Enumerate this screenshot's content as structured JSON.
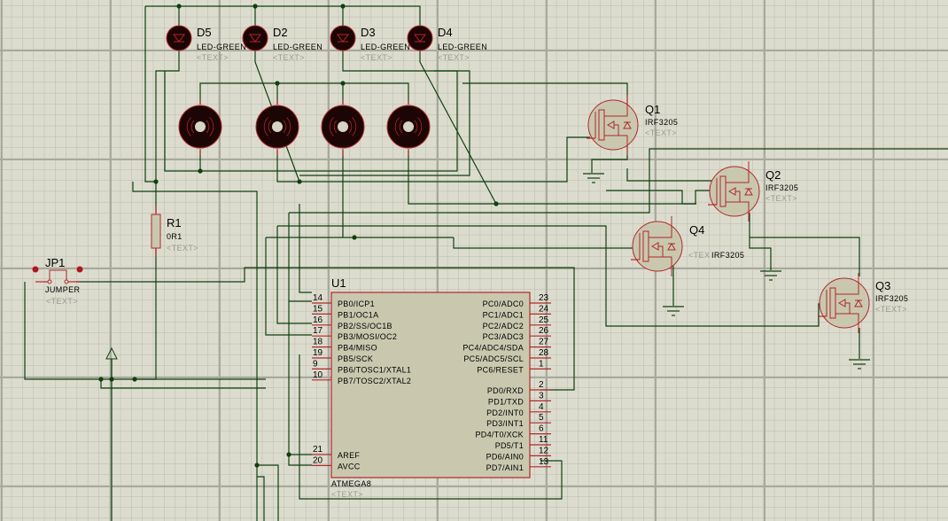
{
  "app": "Proteus ISIS schematic",
  "colors": {
    "background": "#dcdcce",
    "grid_minor": "#bdbdb1",
    "grid_major": "#a9a99d",
    "wire": "#0f3f0f",
    "pin": "#b0282a",
    "body_fill": "#c9c8af",
    "led_fill": "#1c0505",
    "placeholder_text": "#9a9a92"
  },
  "components": {
    "leds": [
      {
        "ref": "D5",
        "value": "LED-GREEN",
        "text": "<TEXT>"
      },
      {
        "ref": "D2",
        "value": "LED-GREEN",
        "text": "<TEXT>"
      },
      {
        "ref": "D3",
        "value": "LED-GREEN",
        "text": "<TEXT>"
      },
      {
        "ref": "D4",
        "value": "LED-GREEN",
        "text": "<TEXT>"
      }
    ],
    "speakers": [
      {
        "name": "speaker-1"
      },
      {
        "name": "speaker-2"
      },
      {
        "name": "speaker-3"
      },
      {
        "name": "speaker-4"
      }
    ],
    "mosfets": [
      {
        "ref": "Q1",
        "value": "IRF3205",
        "text": "<TEXT>"
      },
      {
        "ref": "Q2",
        "value": "IRF3205",
        "text": "<TEXT>"
      },
      {
        "ref": "Q4",
        "value": "IRF3205",
        "text": "<TEX"
      },
      {
        "ref": "Q3",
        "value": "IRF3205",
        "text": "<TEXT>"
      }
    ],
    "resistor": {
      "ref": "R1",
      "value": "0R1",
      "text": "<TEXT>"
    },
    "jumper": {
      "ref": "JP1",
      "value": "JUMPER",
      "text": "<TEXT>"
    },
    "mcu": {
      "ref": "U1",
      "value": "ATMEGA8",
      "text": "<TEXT>",
      "left_pins": [
        {
          "num": "14",
          "name": "PB0/ICP1"
        },
        {
          "num": "15",
          "name": "PB1/OC1A"
        },
        {
          "num": "16",
          "name": "PB2/SS/OC1B"
        },
        {
          "num": "17",
          "name": "PB3/MOSI/OC2"
        },
        {
          "num": "18",
          "name": "PB4/MISO"
        },
        {
          "num": "19",
          "name": "PB5/SCK"
        },
        {
          "num": "9",
          "name": "PB6/TOSC1/XTAL1"
        },
        {
          "num": "10",
          "name": "PB7/TOSC2/XTAL2"
        }
      ],
      "left_bottom_pins": [
        {
          "num": "21",
          "name": "AREF"
        },
        {
          "num": "20",
          "name": "AVCC"
        }
      ],
      "right_pins_c": [
        {
          "num": "23",
          "name": "PC0/ADC0"
        },
        {
          "num": "24",
          "name": "PC1/ADC1"
        },
        {
          "num": "25",
          "name": "PC2/ADC2"
        },
        {
          "num": "26",
          "name": "PC3/ADC3"
        },
        {
          "num": "27",
          "name": "PC4/ADC4/SDA"
        },
        {
          "num": "28",
          "name": "PC5/ADC5/SCL"
        },
        {
          "num": "1",
          "name": "PC6/RESET"
        }
      ],
      "right_pins_d": [
        {
          "num": "2",
          "name": "PD0/RXD"
        },
        {
          "num": "3",
          "name": "PD1/TXD"
        },
        {
          "num": "4",
          "name": "PD2/INT0"
        },
        {
          "num": "5",
          "name": "PD3/INT1"
        },
        {
          "num": "6",
          "name": "PD4/T0/XCK"
        },
        {
          "num": "11",
          "name": "PD5/T1"
        },
        {
          "num": "12",
          "name": "PD6/AIN0"
        },
        {
          "num": "13",
          "name": "PD7/AIN1"
        }
      ]
    }
  }
}
